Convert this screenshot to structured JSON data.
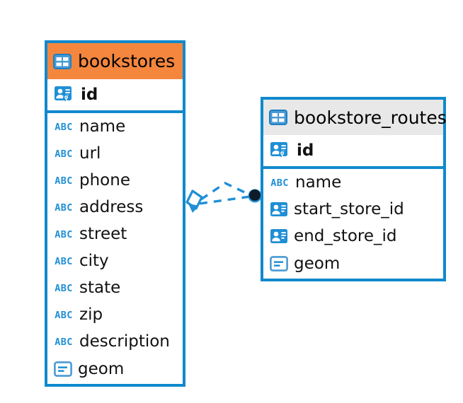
{
  "diagram": {
    "type": "entity-relationship-diagram",
    "background": "#ffffff",
    "accent_blue": "#1089cd",
    "highlight_orange": "#f4863e",
    "header_gray": "#e8e8e8",
    "connector_dark": "#0d1b2a"
  },
  "entities": [
    {
      "name": "bookstores",
      "header_style": "orange",
      "icon": "table-grid-icon",
      "primary_key": {
        "label": "id",
        "icon": "primary-key-icon"
      },
      "fields": [
        {
          "label": "name",
          "icon": "abc-text-icon"
        },
        {
          "label": "url",
          "icon": "abc-text-icon"
        },
        {
          "label": "phone",
          "icon": "abc-text-icon"
        },
        {
          "label": "address",
          "icon": "abc-text-icon"
        },
        {
          "label": "street",
          "icon": "abc-text-icon"
        },
        {
          "label": "city",
          "icon": "abc-text-icon"
        },
        {
          "label": "state",
          "icon": "abc-text-icon"
        },
        {
          "label": "zip",
          "icon": "abc-text-icon"
        },
        {
          "label": "description",
          "icon": "abc-text-icon"
        },
        {
          "label": "geom",
          "icon": "geometry-icon"
        }
      ]
    },
    {
      "name": "bookstore_routes",
      "header_style": "gray",
      "icon": "table-grid-icon",
      "primary_key": {
        "label": "id",
        "icon": "primary-key-icon"
      },
      "fields": [
        {
          "label": "name",
          "icon": "abc-text-icon"
        },
        {
          "label": "start_store_id",
          "icon": "foreign-key-icon"
        },
        {
          "label": "end_store_id",
          "icon": "foreign-key-icon"
        },
        {
          "label": "geom",
          "icon": "geometry-icon"
        }
      ]
    }
  ],
  "relationship": {
    "from": "bookstores",
    "to": "bookstore_routes",
    "line_style": "dashed",
    "source_marker": "diamond-icon",
    "target_marker": "filled-circle-icon"
  }
}
